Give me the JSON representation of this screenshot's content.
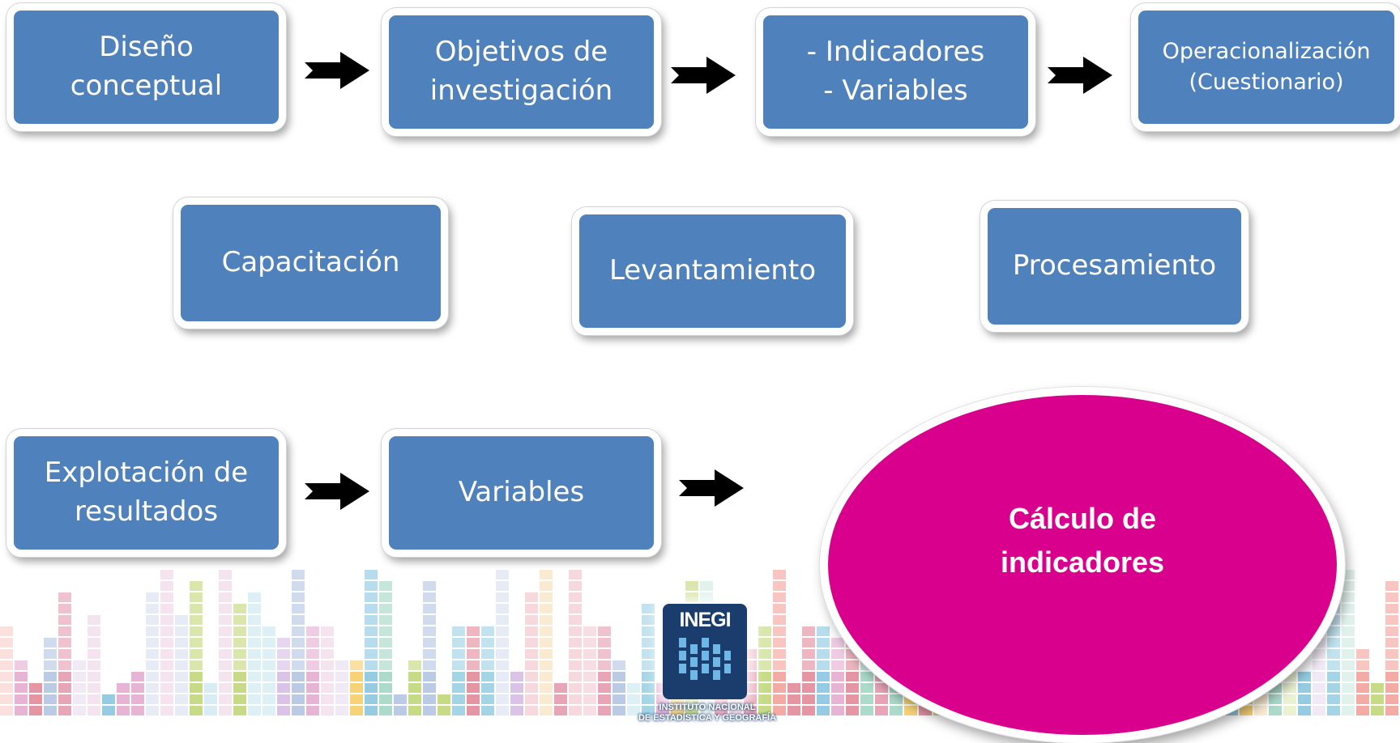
{
  "diagram": {
    "row1": [
      {
        "label": "Diseño\nconceptual"
      },
      {
        "label": "Objetivos de\ninvestigación"
      },
      {
        "label": "- Indicadores\n- Variables"
      },
      {
        "label": "Operacionalización\n(Cuestionario)"
      }
    ],
    "row2": [
      {
        "label": "Capacitación"
      },
      {
        "label": "Levantamiento"
      },
      {
        "label": "Procesamiento"
      }
    ],
    "row3": [
      {
        "label": "Explotación de\nresultados"
      },
      {
        "label": "Variables"
      }
    ],
    "result": {
      "label": "Cálculo de\nindicadores",
      "color": "#d9008d"
    },
    "box_color": "#4f81bd",
    "arrow_icon": "right-arrow-icon"
  },
  "logo": {
    "acronym": "INEGI",
    "line1": "INSTITUTO NACIONAL",
    "line2": "DE ESTADÍSTICA Y GEOGRAFÍA"
  }
}
